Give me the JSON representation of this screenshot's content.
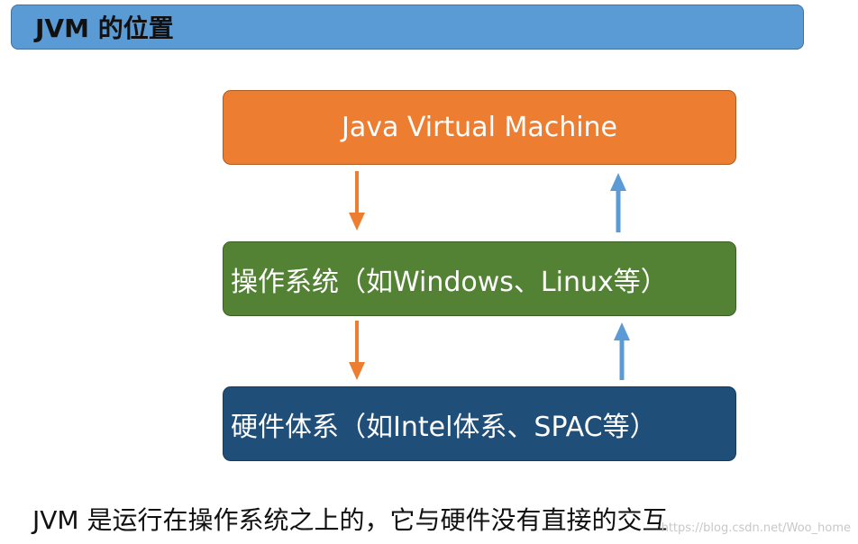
{
  "title": "JVM 的位置",
  "boxes": {
    "jvm": "Java Virtual Machine",
    "os": "操作系统（如Windows、Linux等）",
    "hardware": "硬件体系（如Intel体系、SPAC等）"
  },
  "caption": "JVM 是运行在操作系统之上的，它与硬件没有直接的交互",
  "watermark": "https://blog.csdn.net/Woo_home",
  "colors": {
    "title_bar": "#5b9bd5",
    "jvm_box": "#ed7d31",
    "os_box": "#548235",
    "hardware_box": "#1f4e79",
    "down_arrow": "#ed7d31",
    "up_arrow": "#5b9bd5"
  }
}
